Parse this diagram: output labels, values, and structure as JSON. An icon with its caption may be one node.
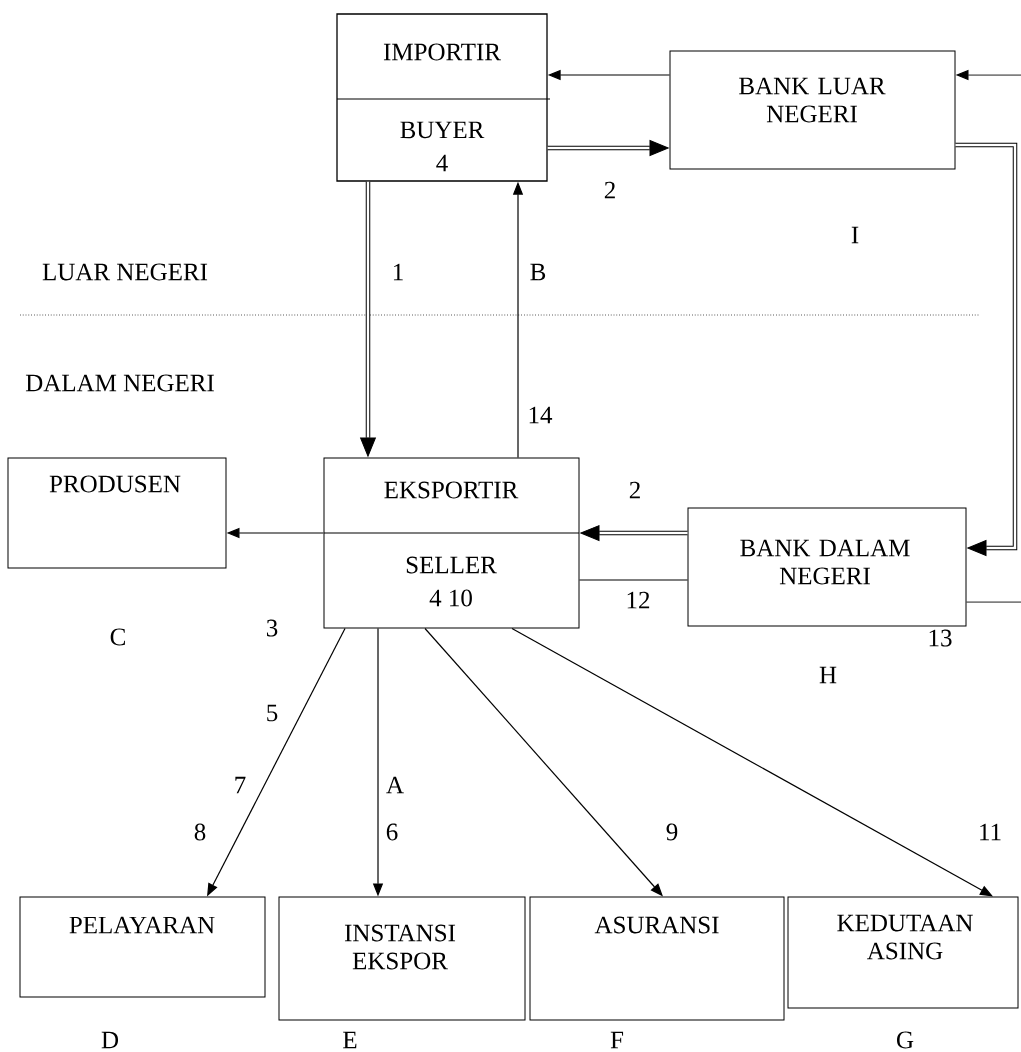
{
  "diagram": {
    "nodes": [
      {
        "text": [
          "IMPORTIR",
          "BUYER",
          "4"
        ]
      },
      {
        "text": [
          "BANK LUAR NEGERI"
        ],
        "beside": [
          "I"
        ]
      },
      {
        "text": [
          "EKSPORTIR",
          "SELLER",
          "4 10"
        ]
      },
      {
        "text": [
          "PRODUSEN"
        ],
        "beside": [
          "C"
        ]
      },
      {
        "text": [
          "BANK DALAM NEGERI"
        ],
        "beside": [
          "H"
        ]
      },
      {
        "text": [
          "PELAYARAN"
        ],
        "beside": [
          "D"
        ]
      },
      {
        "text": [
          "INSTANSI EKSPOR"
        ],
        "beside": [
          "E"
        ]
      },
      {
        "text": [
          "ASURANSI"
        ],
        "beside": [
          "F"
        ]
      },
      {
        "text": [
          "KEDUTAAN ASING"
        ],
        "beside": [
          "G"
        ]
      }
    ],
    "edges": [
      {
        "from": 1,
        "to": 0,
        "arrow": "to"
      },
      {
        "from": 0,
        "to": 1,
        "arrow": "to",
        "style": "thick",
        "label": "2"
      },
      {
        "from": null,
        "to": 1,
        "arrow": "to"
      },
      {
        "from": 1,
        "to": 4,
        "arrow": "to",
        "style": "thick"
      },
      {
        "from": 0,
        "to": 2,
        "arrow": "to",
        "style": "thick",
        "label": "1"
      },
      {
        "from": 2,
        "to": 0,
        "arrow": "to",
        "label": "B"
      },
      {
        "from": 4,
        "to": 2,
        "arrow": "to",
        "style": "thick",
        "label": "2"
      },
      {
        "from": 2,
        "to": 3,
        "arrow": "to",
        "label": "3"
      },
      {
        "from": 2,
        "to": 4,
        "arrow": "none",
        "label": "12"
      },
      {
        "from": 4,
        "to": null,
        "arrow": "none",
        "label": "13"
      },
      {
        "from": 2,
        "to": 5,
        "arrow": "to",
        "label": "5"
      },
      {
        "from": 2,
        "to": 6,
        "arrow": "to",
        "label": "A"
      },
      {
        "from": 2,
        "to": 7,
        "arrow": "to",
        "label": "9"
      },
      {
        "from": 2,
        "to": 8,
        "arrow": "to",
        "label": "11"
      }
    ],
    "labels": [
      "LUAR NEGERI",
      "DALAM NEGERI",
      "14",
      "7",
      "8",
      "6"
    ]
  }
}
